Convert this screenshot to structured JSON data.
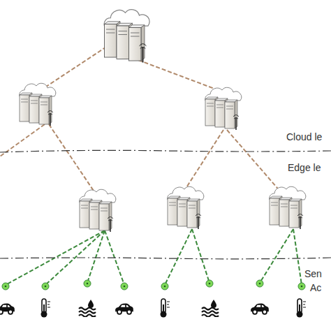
{
  "diagram": {
    "labels": [
      "Cloud le",
      "Edge le",
      "Sen",
      "Ac"
    ]
  }
}
